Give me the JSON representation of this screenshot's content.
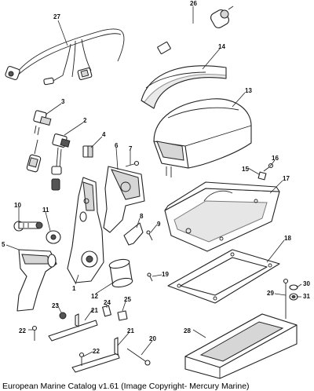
{
  "caption": "European Marine Catalog v1.61 (Image Copyright- Mercury Marine)",
  "callouts": [
    "1",
    "2",
    "3",
    "4",
    "5",
    "6",
    "7",
    "8",
    "9",
    "10",
    "11",
    "12",
    "13",
    "14",
    "15",
    "16",
    "17",
    "18",
    "19",
    "20",
    "21",
    "21",
    "22",
    "22",
    "23",
    "24",
    "25",
    "26",
    "27",
    "28",
    "29",
    "30",
    "31"
  ],
  "parts": [
    "27",
    "26",
    "14",
    "13",
    "3",
    "2",
    "4",
    "6",
    "7",
    "16",
    "15",
    "17",
    "10",
    "11",
    "5",
    "1",
    "8",
    "9",
    "12",
    "18",
    "19",
    "23",
    "24",
    "25",
    "21",
    "22",
    "20",
    "28",
    "29",
    "30",
    "31"
  ]
}
